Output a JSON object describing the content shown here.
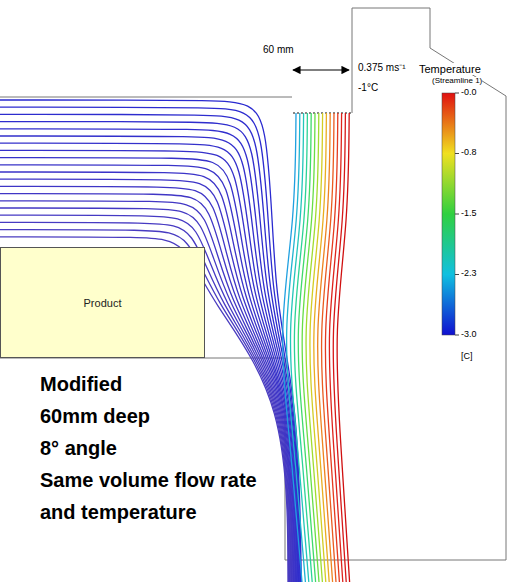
{
  "diagram": {
    "nodes": [
      {
        "text": [
          "Product"
        ]
      }
    ],
    "labels": [
      "60 mm",
      "0.375 ms⁻¹",
      "-1°C",
      "Temperature",
      "(Streamline 1)",
      "-0.0",
      "-0.8",
      "-1.5",
      "-2.3",
      "-3.0",
      "[C]",
      "Modified",
      "60mm deep",
      "8° angle",
      "Same volume flow rate and temperature"
    ]
  }
}
